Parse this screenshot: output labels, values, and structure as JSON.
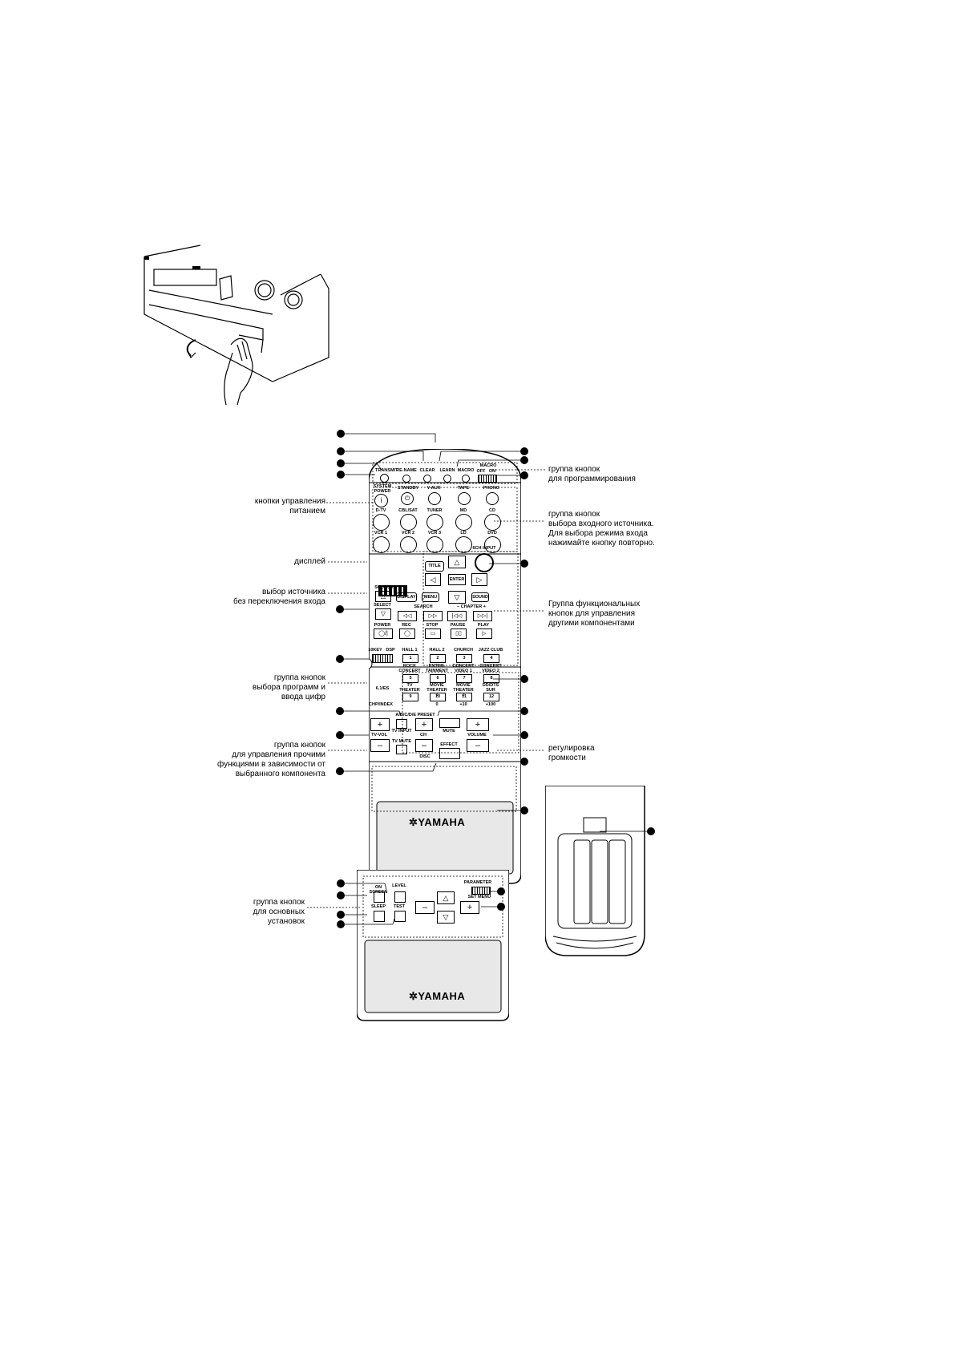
{
  "brand": "YAMAHA",
  "remote_buttons": {
    "transmit": "TRANSMIT",
    "rename": "RE-NAME",
    "clear": "CLEAR",
    "learn": "LEARN",
    "macro": "MACRO",
    "macro_switch": "MACRO",
    "off": "OFF",
    "on": "ON",
    "system_power": "SYSTEM POWER",
    "standby": "STANDBY",
    "vaux": "V-AUX",
    "tape": "TAPE",
    "phono": "PHONO",
    "dtv": "D-TV",
    "cblsat": "CBL/SAT",
    "tuner": "TUNER",
    "md": "MD",
    "cd": "CD",
    "vcr1": "VCR 1",
    "vcr2": "VCR 2",
    "vcr3": "VCR 3",
    "ld": "LD",
    "dvd": "DVD",
    "title": "TITLE",
    "enter": "ENTER",
    "input_6ch": "6CH INPUT",
    "source": "SOURCE",
    "select": "SELECT",
    "display": "DISPLAY",
    "menu": "MENU",
    "sound": "SOUND",
    "search": "SEARCH",
    "chapter": "– CHAPTER +",
    "power": "POWER",
    "rec": "REC",
    "stop": "STOP",
    "pause": "PAUSE",
    "play": "PLAY",
    "tenkey": "10KEY",
    "dsp": "DSP",
    "hall1": "HALL 1",
    "hall2": "HALL 2",
    "church": "CHURCH",
    "jazzclub": "JAZZ CLUB",
    "rock": "ROCK CONCERT",
    "entertainment": "ENTER-TAINMENT",
    "concert_v1": "CONCERT VIDEO 1",
    "concert_v2": "CONCERT VIDEO 2",
    "es61": "6.1/ES",
    "tv_theater": "TV THEATER",
    "movie1": "MOVIE THEATER 1",
    "movie2": "MOVIE THEATER 2",
    "dd_sur": "DD/DTS SUR",
    "chp_index": "CHP/INDEX",
    "n1": "1",
    "n2": "2",
    "n3": "3",
    "n4": "4",
    "n5": "5",
    "n6": "6",
    "n7": "7",
    "n8": "8",
    "n9": "9",
    "n10": "10",
    "n11": "11",
    "n12": "12",
    "n0": "0",
    "p10": "+10",
    "p100": "+100",
    "abcde_preset": "A/B/C/D/E  PRESET",
    "tv_input": "TV INPUT",
    "tv_vol": "TV-VOL",
    "tv_mute": "TV MUTE",
    "ch": "CH",
    "mute": "MUTE",
    "volume": "VOLUME",
    "effect": "EFFECT",
    "disc": "DISC",
    "on_screen": "ON SCREEN",
    "level": "LEVEL",
    "sleep": "SLEEP",
    "test": "TEST",
    "parameter": "PARAMETER",
    "set_menu": "SET MENU"
  },
  "annotations": {
    "programming": "группа кнопок\nдля программирования",
    "power": "кнопки управления\nпитанием",
    "input_select": "группа кнопок\nвыбора входного источника.\nДля выбора режима входа\nнажимайте кнопку повторно.",
    "display": "дисплей",
    "source_select": "выбор источника\nбез переключения входа",
    "function_group": "Группа функциональных\nкнопок для управления\nдругими компонентами",
    "program_select": "группа кнопок\nвыбора программ и\nввода цифр",
    "other_functions": "группа кнопок\nдля управления прочими\nфункциями в зависимости от\nвыбранного компонента",
    "volume": "регулировка\nгромкости",
    "basic_settings": "группа кнопок\nдля основных\nустановок"
  }
}
